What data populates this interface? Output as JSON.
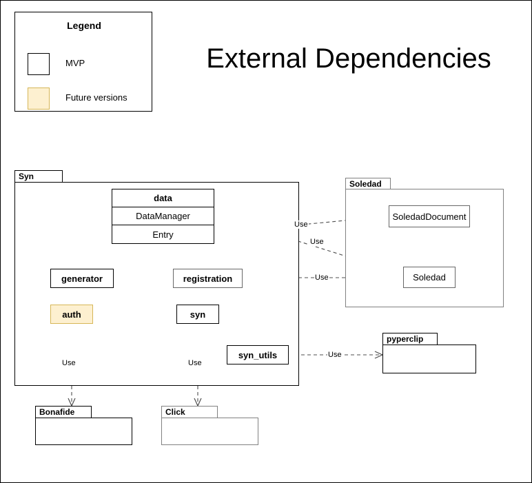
{
  "title": "External Dependencies",
  "legend": {
    "heading": "Legend",
    "items": [
      {
        "label": "MVP",
        "fill": "#ffffff",
        "stroke": "#000000"
      },
      {
        "label": "Future versions",
        "fill": "#fdf0d0",
        "stroke": "#d6b656"
      }
    ]
  },
  "packages": [
    {
      "name": "Syn"
    },
    {
      "name": "Soledad"
    },
    {
      "name": "pyperclip"
    },
    {
      "name": "Bonafide"
    },
    {
      "name": "Click"
    }
  ],
  "nodes": {
    "data": {
      "header": "data",
      "rows": [
        "DataManager",
        "Entry"
      ]
    },
    "generator": {
      "label": "generator"
    },
    "registration": {
      "label": "registration"
    },
    "auth": {
      "label": "auth"
    },
    "syn": {
      "label": "syn"
    },
    "syn_utils": {
      "label": "syn_utils"
    },
    "soledad_document": {
      "label": "SoledadDocument"
    },
    "soledad": {
      "label": "Soledad"
    }
  },
  "edges": [
    {
      "id": "datamanager-to-soledad",
      "from": "DataManager",
      "to": "Soledad",
      "label": "Use"
    },
    {
      "id": "entry-to-soledaddocument",
      "from": "Entry",
      "to": "SoledadDocument",
      "label": "Use"
    },
    {
      "id": "registration-to-soledad",
      "from": "registration",
      "to": "Soledad",
      "label": "Use"
    },
    {
      "id": "syn-utils-to-pyperclip",
      "from": "syn_utils",
      "to": "pyperclip",
      "label": "Use"
    },
    {
      "id": "auth-to-bonafide",
      "from": "auth",
      "to": "Bonafide",
      "label": "Use"
    },
    {
      "id": "syn-to-click",
      "from": "syn",
      "to": "Click",
      "label": "Use"
    }
  ],
  "colors": {
    "future_fill": "#fdf0d0",
    "future_stroke": "#d6b656",
    "line": "#4d4d4d",
    "border": "#000000",
    "gray_border": "#808080"
  }
}
